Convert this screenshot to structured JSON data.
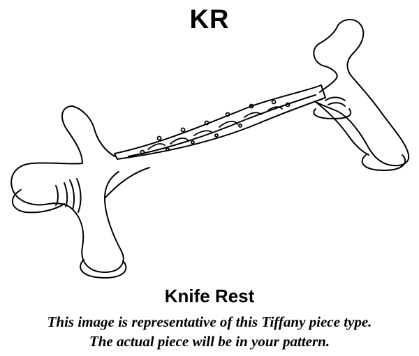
{
  "header": {
    "code": "KR"
  },
  "piece": {
    "name": "Knife Rest",
    "icon": "knife-rest-illustration"
  },
  "note": {
    "line1": "This image is representative of this Tiffany piece type.",
    "line2": "The actual piece will be in your pattern."
  },
  "colors": {
    "ink": "#000000",
    "background": "#ffffff"
  }
}
